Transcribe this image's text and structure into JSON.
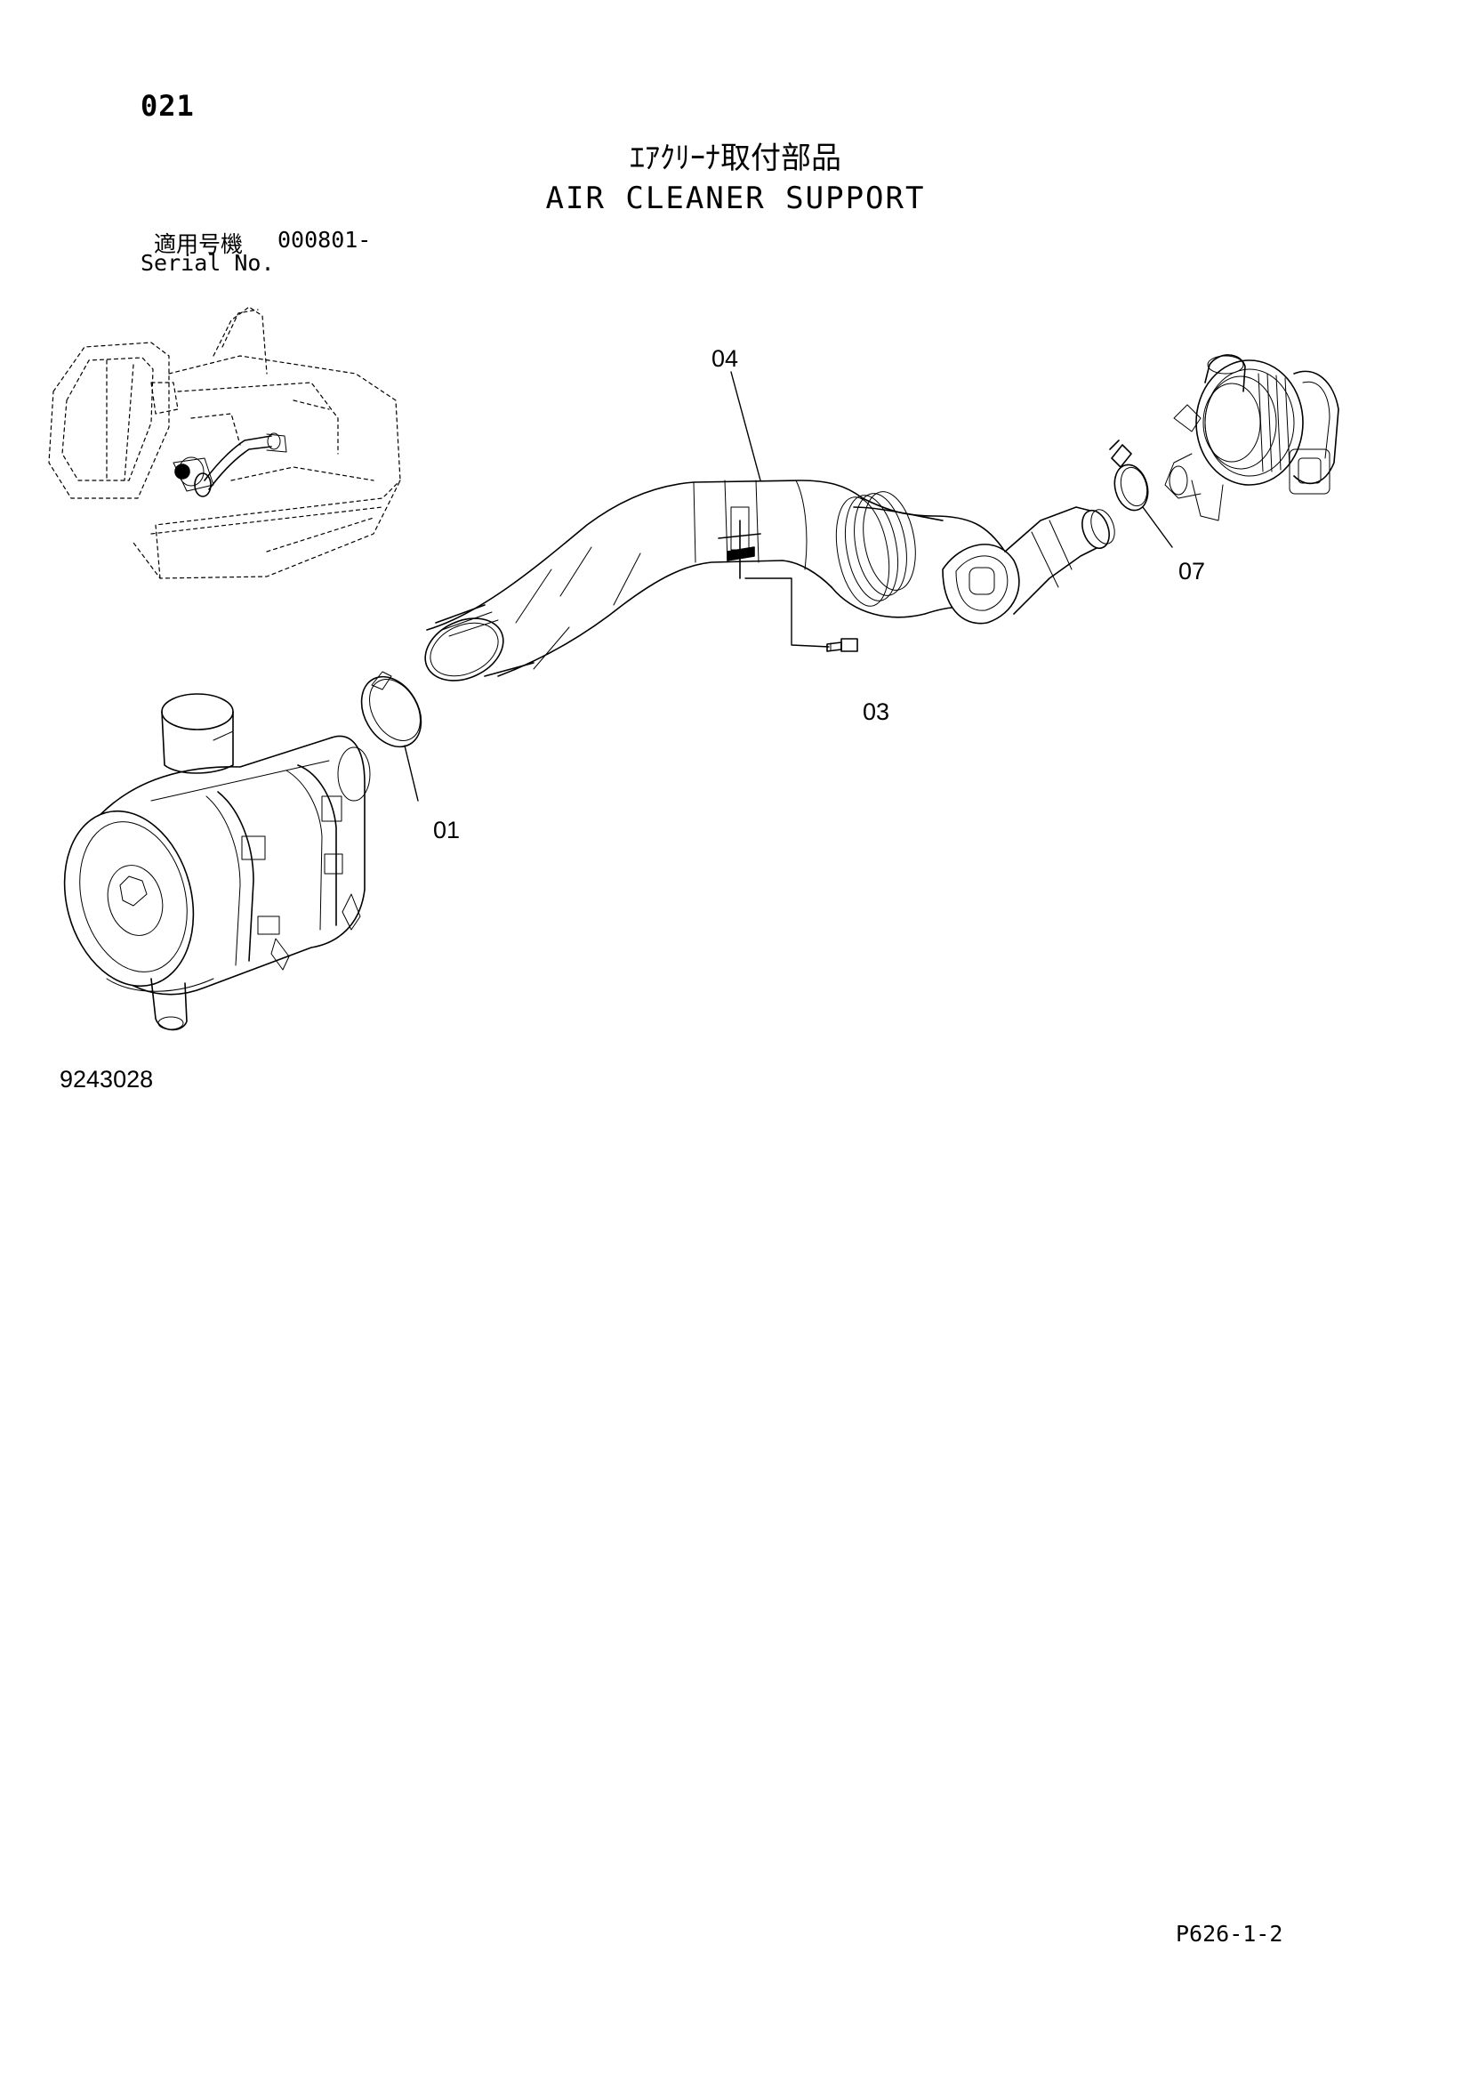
{
  "header": {
    "page_number": "021",
    "title_jp": "ｴｱｸﾘｰﾅ取付部品",
    "title_en": "AIR CLEANER SUPPORT",
    "serial_label_jp": "適用号機",
    "serial_value": "000801-",
    "serial_label_en": "Serial No."
  },
  "callouts": [
    "04",
    "07",
    "03",
    "01"
  ],
  "figure_code": "9243028",
  "footer": {
    "page_ref": "P626-1-2"
  }
}
